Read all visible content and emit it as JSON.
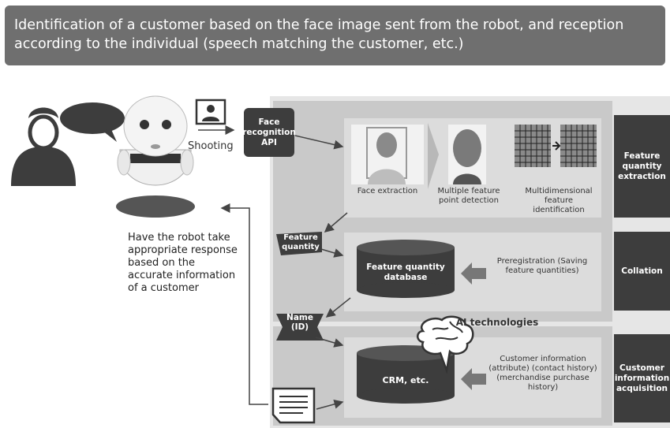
{
  "header": {
    "text": "Identification of a customer based on the face image sent from the robot, and reception according to the individual (speech matching the customer, etc.)"
  },
  "robot": {
    "shooting_label": "Shooting",
    "instruction": "Have the robot take appropriate response based on the accurate information of a customer"
  },
  "api": {
    "label": "Face recognition API"
  },
  "stages": [
    {
      "label": "Feature quantity extraction"
    },
    {
      "label": "Collation"
    },
    {
      "label": "Customer information acquisition"
    }
  ],
  "extraction": {
    "steps": [
      {
        "label": "Face extraction"
      },
      {
        "label": "Multiple feature point detection"
      },
      {
        "label": "Multidimensional feature identification"
      }
    ]
  },
  "collation": {
    "tag_label": "Feature quantity",
    "db_label": "Feature quantity database",
    "prereg_label": "Preregistration (Saving feature quantities)"
  },
  "acquisition": {
    "tag_label": "Name (ID)",
    "db_label": "CRM, etc.",
    "info_label": "Customer information (attribute) (contact history) (merchandise purchase history)"
  },
  "ai_label": "AI technologies",
  "colors": {
    "dark": "#3d3d3d",
    "panel": "#d4d4d4",
    "header": "#6f6f6f"
  }
}
